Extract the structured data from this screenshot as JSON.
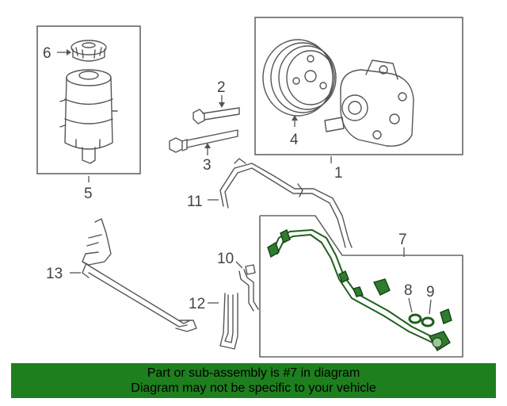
{
  "diagram": {
    "callouts": {
      "c1": "1",
      "c2": "2",
      "c3": "3",
      "c4": "4",
      "c5": "5",
      "c6": "6",
      "c7": "7",
      "c8": "8",
      "c9": "9",
      "c10": "10",
      "c11": "11",
      "c12": "12",
      "c13": "13"
    },
    "highlight_color": "#2e7d2e"
  },
  "banner": {
    "line1": "Part or sub-assembly is #7 in diagram",
    "line2": "Diagram may not be specific to your vehicle",
    "color": "#1e7f1e"
  }
}
